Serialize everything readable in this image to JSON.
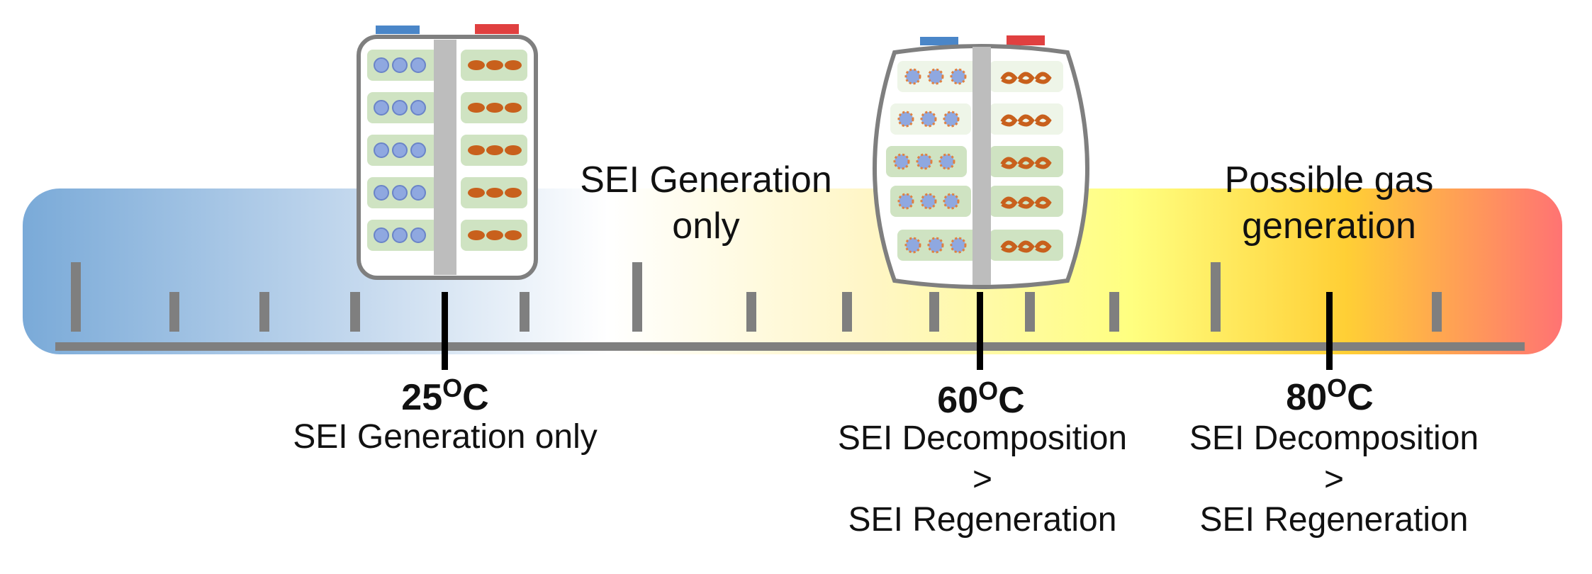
{
  "colors": {
    "bar_gradient": [
      "#7aaad8",
      "#b6cfe9",
      "#ffffff",
      "#fff7c8",
      "#ffff80",
      "#ffcf30",
      "#ff7070"
    ],
    "axis": "#7f7f7f",
    "marker": "#000000",
    "anode_particle": "#8fa8e0",
    "cathode_particle": "#c8601c",
    "cell_fill": "#cfe3c2",
    "tab_negative": "#4a86c8",
    "tab_positive": "#e04040"
  },
  "zones": {
    "middle": {
      "line1": "SEI Generation",
      "line2": "only"
    },
    "right": {
      "line1": "Possible gas",
      "line2": "generation"
    }
  },
  "markers": [
    {
      "temp_value": "25",
      "temp_unit_sup": "O",
      "temp_unit": "C",
      "desc_lines": [
        "SEI Generation only"
      ]
    },
    {
      "temp_value": "60",
      "temp_unit_sup": "O",
      "temp_unit": "C",
      "desc_lines": [
        "SEI Decomposition",
        ">",
        "SEI Regeneration"
      ]
    },
    {
      "temp_value": "80",
      "temp_unit_sup": "O",
      "temp_unit": "C",
      "desc_lines": [
        "SEI Decomposition",
        ">",
        "SEI Regeneration"
      ]
    }
  ],
  "cells": [
    {
      "state": "normal"
    },
    {
      "state": "swollen"
    }
  ]
}
